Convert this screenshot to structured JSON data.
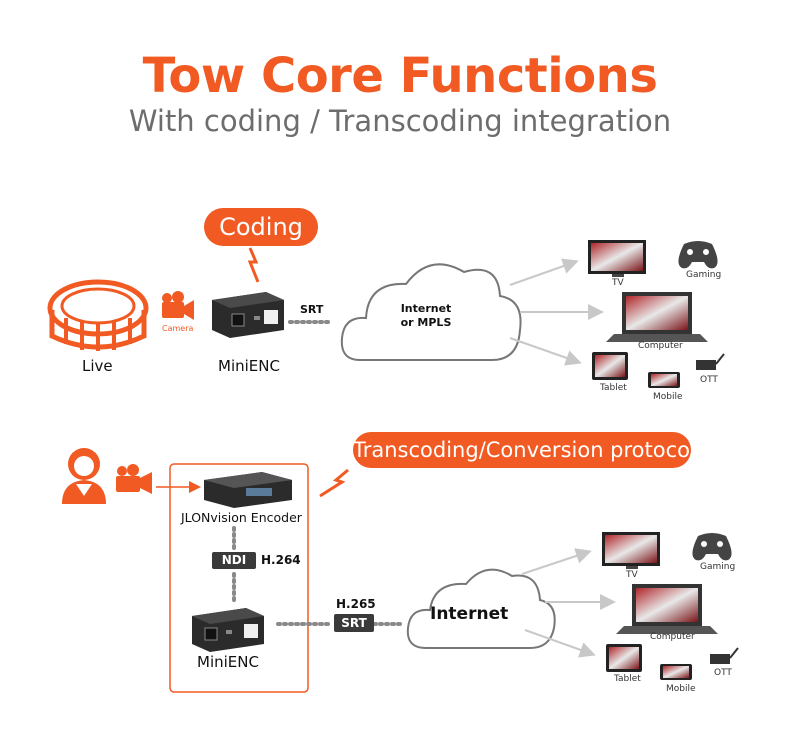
{
  "title": "Tow Core Functions",
  "subtitle": "With coding / Transcoding integration",
  "top_section": {
    "bubble": "Coding",
    "live_label": "Live",
    "camera_label": "Camera",
    "device_label": "MiniENC",
    "link_label": "SRT",
    "cloud_line1": "Internet",
    "cloud_line2": "or MPLS",
    "endpoints": {
      "tv": "TV",
      "gaming": "Gaming",
      "computer": "Computer",
      "tablet": "Tablet",
      "mobile": "Mobile",
      "ott": "OTT"
    }
  },
  "bottom_section": {
    "bubble": "Transcoding/Conversion protocol",
    "encoder_label": "JLONvision Encoder",
    "ndi_tag": "NDI",
    "h264_label": "H.264",
    "device_label": "MiniENC",
    "h265_label": "H.265",
    "srt_tag": "SRT",
    "cloud_label": "Internet",
    "endpoints": {
      "tv": "TV",
      "gaming": "Gaming",
      "computer": "Computer",
      "tablet": "Tablet",
      "mobile": "Mobile",
      "ott": "OTT"
    }
  },
  "colors": {
    "accent": "#f15a22",
    "subtitle": "#6d6d6d",
    "device": "#2b2b2b",
    "arrow": "#c8c8c8"
  }
}
